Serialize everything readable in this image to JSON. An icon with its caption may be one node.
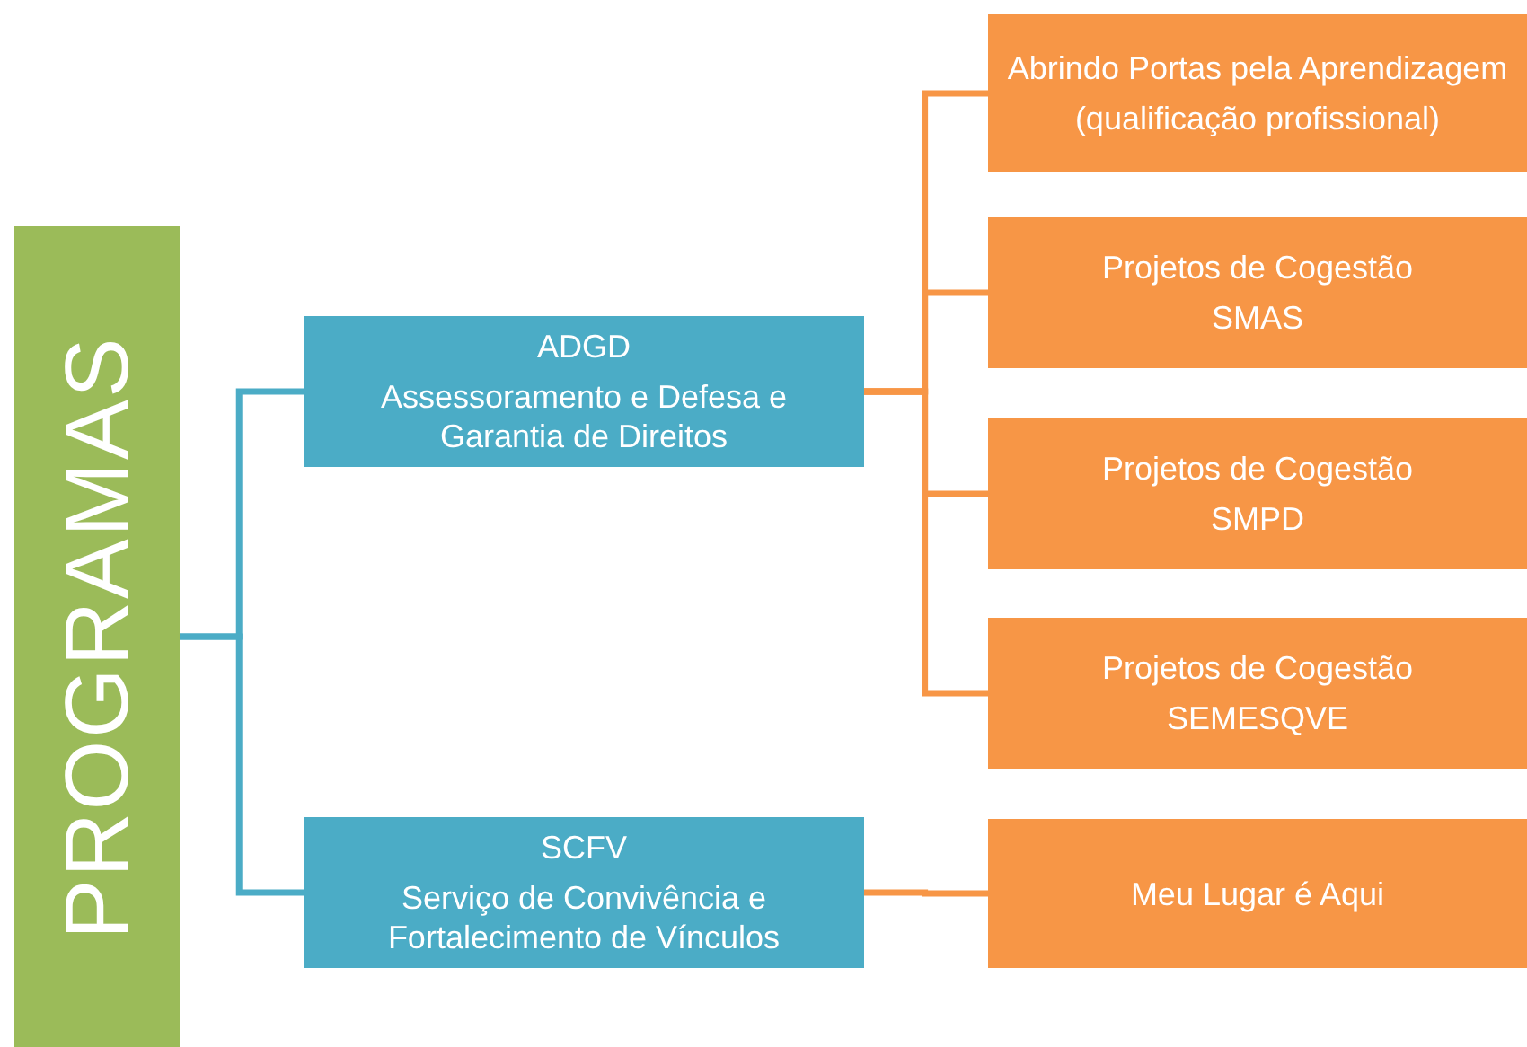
{
  "diagram": {
    "nodes": [
      {
        "text": [
          "PROGRAMAS"
        ]
      },
      {
        "text": [
          "ADGD",
          "Assessoramento e Defesa e Garantia de Direitos"
        ]
      },
      {
        "text": [
          "SCFV",
          "Serviço de Convivência e Fortalecimento de Vínculos"
        ]
      },
      {
        "text": [
          "Abrindo Portas pela Aprendizagem",
          "(qualificação profissional)"
        ]
      },
      {
        "text": [
          "Projetos de Cogestão",
          "SMAS"
        ]
      },
      {
        "text": [
          "Projetos de Cogestão",
          "SMPD"
        ]
      },
      {
        "text": [
          "Projetos de Cogestão",
          "SEMESQVE"
        ]
      },
      {
        "text": [
          "Meu Lugar é Aqui"
        ]
      }
    ],
    "edges": [
      {
        "from": 0,
        "to": 1,
        "arrow": "none",
        "color": "#4bacc6"
      },
      {
        "from": 0,
        "to": 2,
        "arrow": "none",
        "color": "#4bacc6"
      },
      {
        "from": 1,
        "to": 3,
        "arrow": "none"
      },
      {
        "from": 1,
        "to": 4,
        "arrow": "none"
      },
      {
        "from": 1,
        "to": 5,
        "arrow": "none"
      },
      {
        "from": 1,
        "to": 6,
        "arrow": "none"
      },
      {
        "from": 2,
        "to": 7,
        "arrow": "none"
      }
    ]
  }
}
